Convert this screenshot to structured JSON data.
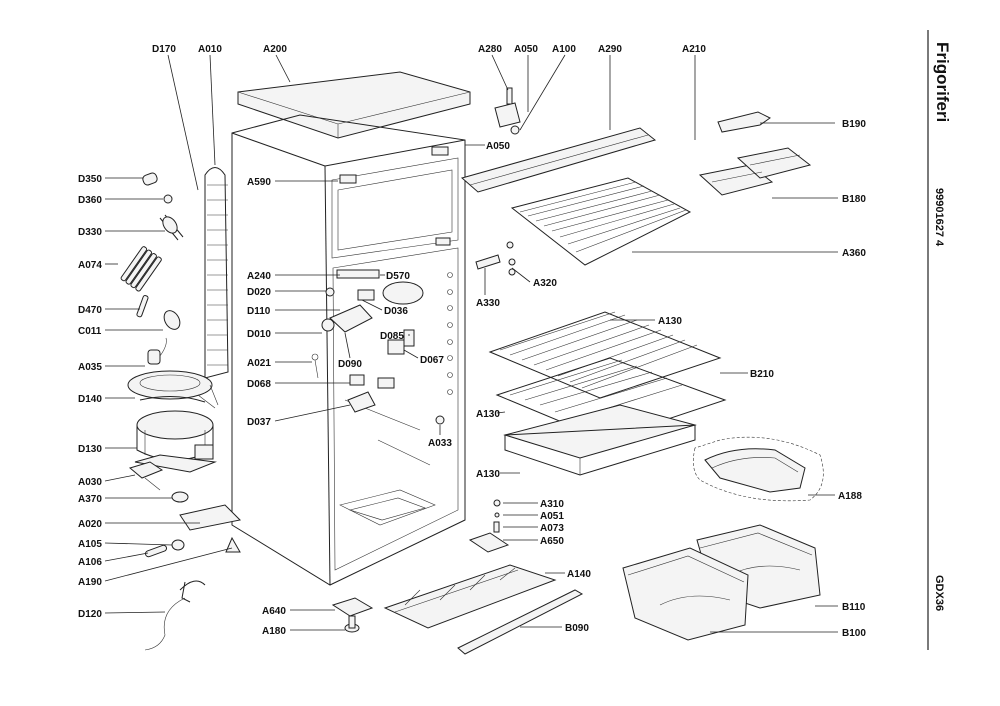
{
  "header": {
    "category": "Frigoriferi",
    "code": "99901627 4",
    "model": "GDX36"
  },
  "labels": [
    "D170",
    "A010",
    "A200",
    "A280",
    "A050",
    "A100",
    "A290",
    "A210",
    "A050",
    "A590",
    "D350",
    "D360",
    "D330",
    "A074",
    "D470",
    "C011",
    "A035",
    "D140",
    "D130",
    "A030",
    "A370",
    "A020",
    "A105",
    "A106",
    "A190",
    "D120",
    "A240",
    "D570",
    "D020",
    "D110",
    "D036",
    "D010",
    "D085",
    "A021",
    "D090",
    "D067",
    "D068",
    "D037",
    "A033",
    "A320",
    "A330",
    "A130",
    "B190",
    "B180",
    "A360",
    "B210",
    "A130",
    "A130",
    "A188",
    "A310",
    "A051",
    "A073",
    "A650",
    "A140",
    "A640",
    "A180",
    "B090",
    "B110",
    "B100"
  ]
}
